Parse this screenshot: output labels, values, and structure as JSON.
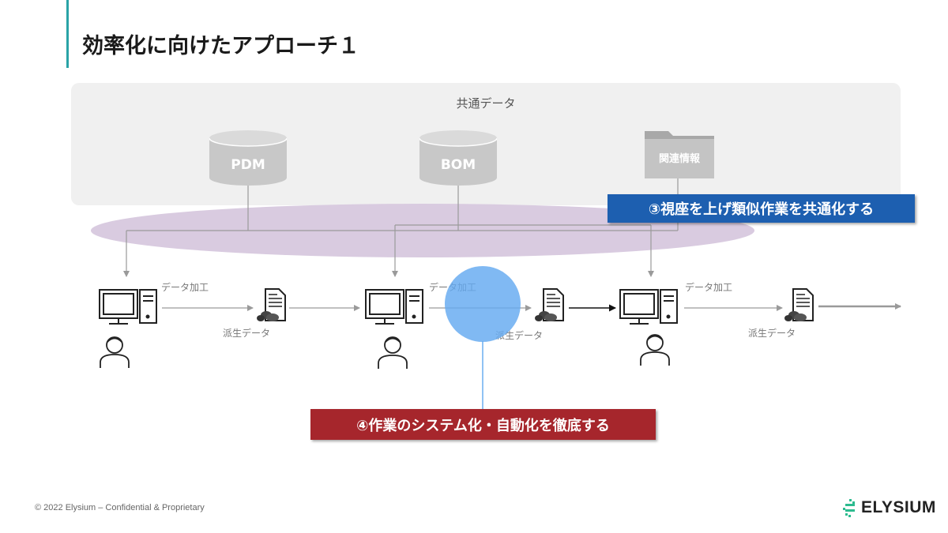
{
  "slide": {
    "title": "効率化に向けたアプローチ１",
    "accent_color": "#29a3a6"
  },
  "common_data": {
    "label": "共通データ",
    "sources": [
      "PDM",
      "BOM",
      "関連情報"
    ]
  },
  "callouts": {
    "blue": "③視座を上げ類似作業を共通化する",
    "red": "④作業のシステム化・自動化を徹底する",
    "blue_color": "#1d5fb0",
    "red_color": "#a6262c"
  },
  "workflow": {
    "process_label": "データ加工",
    "output_label": "派生データ",
    "stages": [
      {
        "process_label": "データ加工",
        "output_label": "派生データ"
      },
      {
        "process_label": "データ加工",
        "output_label": "派生データ"
      },
      {
        "process_label": "データ加工",
        "output_label": "派生データ"
      }
    ]
  },
  "footer": {
    "copyright": "© 2022 Elysium – Confidential & Proprietary",
    "logo_text": "ELYSIUM"
  }
}
